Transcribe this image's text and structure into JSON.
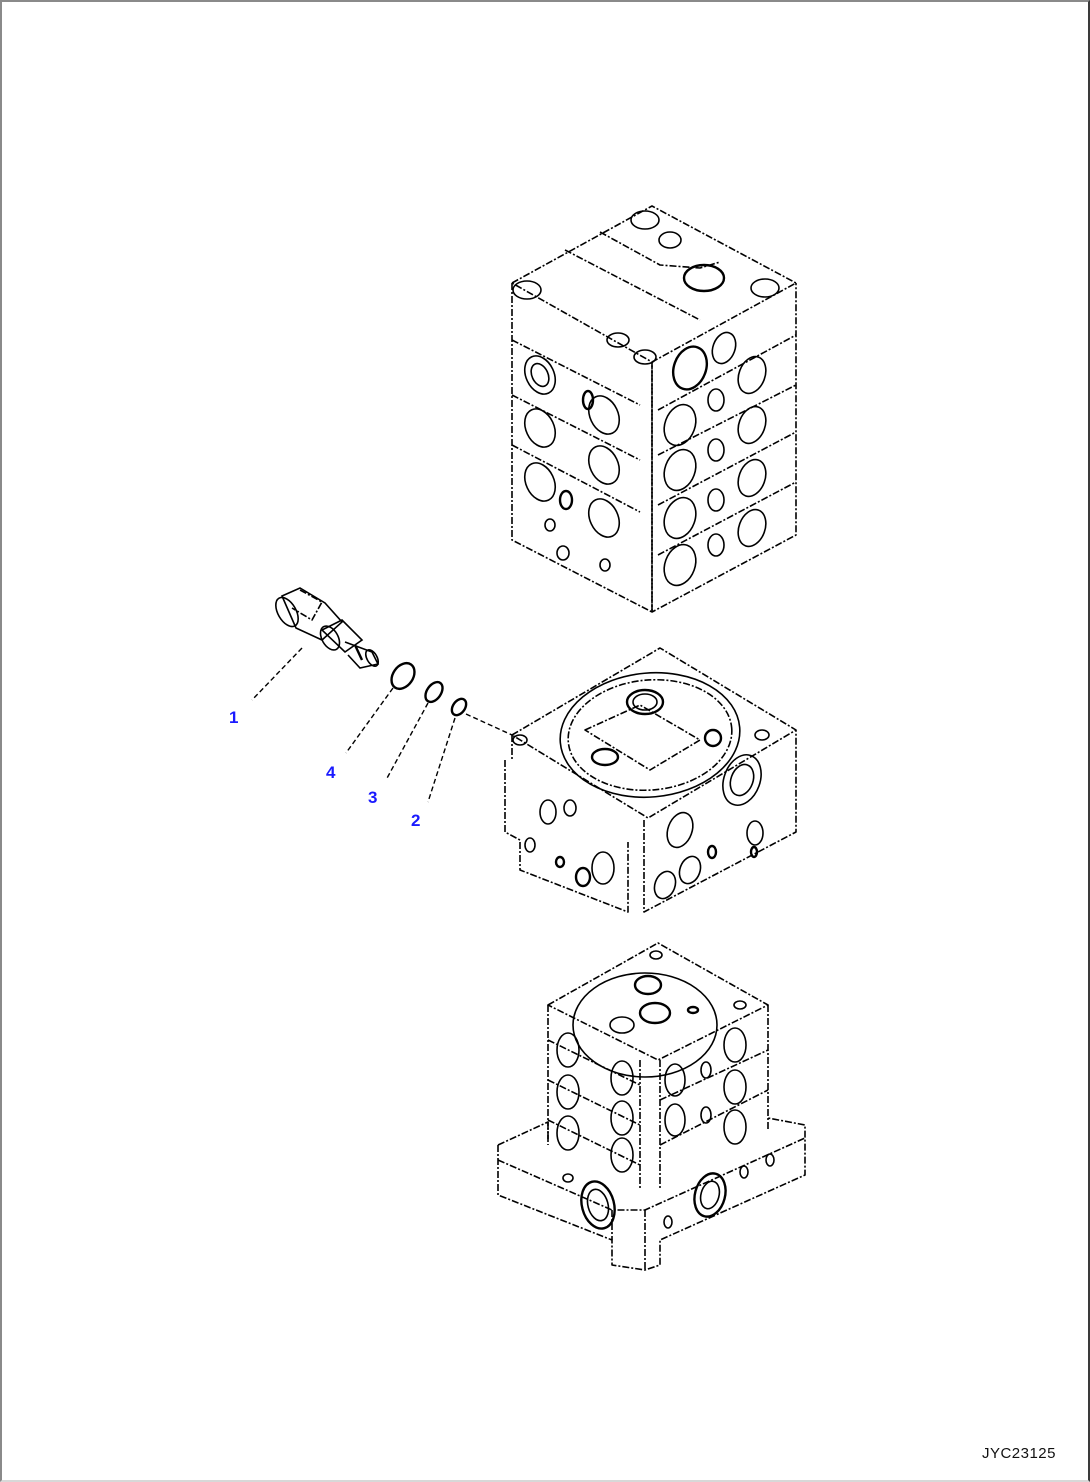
{
  "figure": {
    "drawing_code": "JYC23125",
    "callout_color": "#1a1aff",
    "callouts": [
      {
        "number": "1",
        "part": "relief-valve"
      },
      {
        "number": "2",
        "part": "o-ring-small"
      },
      {
        "number": "3",
        "part": "o-ring-medium"
      },
      {
        "number": "4",
        "part": "o-ring-large"
      }
    ],
    "assemblies": [
      "upper-valve-section",
      "middle-valve-section",
      "lower-valve-section"
    ]
  }
}
